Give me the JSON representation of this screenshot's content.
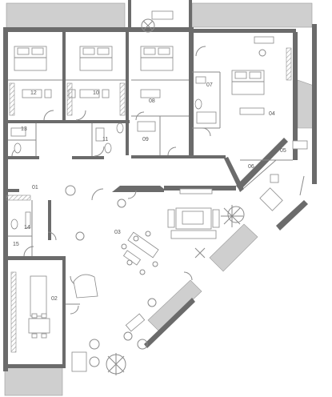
{
  "rooms": {
    "r01": "01",
    "r02": "02",
    "r03": "03",
    "r04": "04",
    "r05": "05",
    "r06": "06",
    "r07": "07",
    "r08": "08",
    "r09": "09",
    "r10": "10",
    "r11": "11",
    "r12": "12",
    "r13": "13",
    "r14": "14",
    "r15": "15"
  },
  "colors": {
    "wall": "#6b6b6b",
    "line": "#8a8a8a",
    "balcony": "#cfcfcf",
    "background": "#ffffff"
  }
}
